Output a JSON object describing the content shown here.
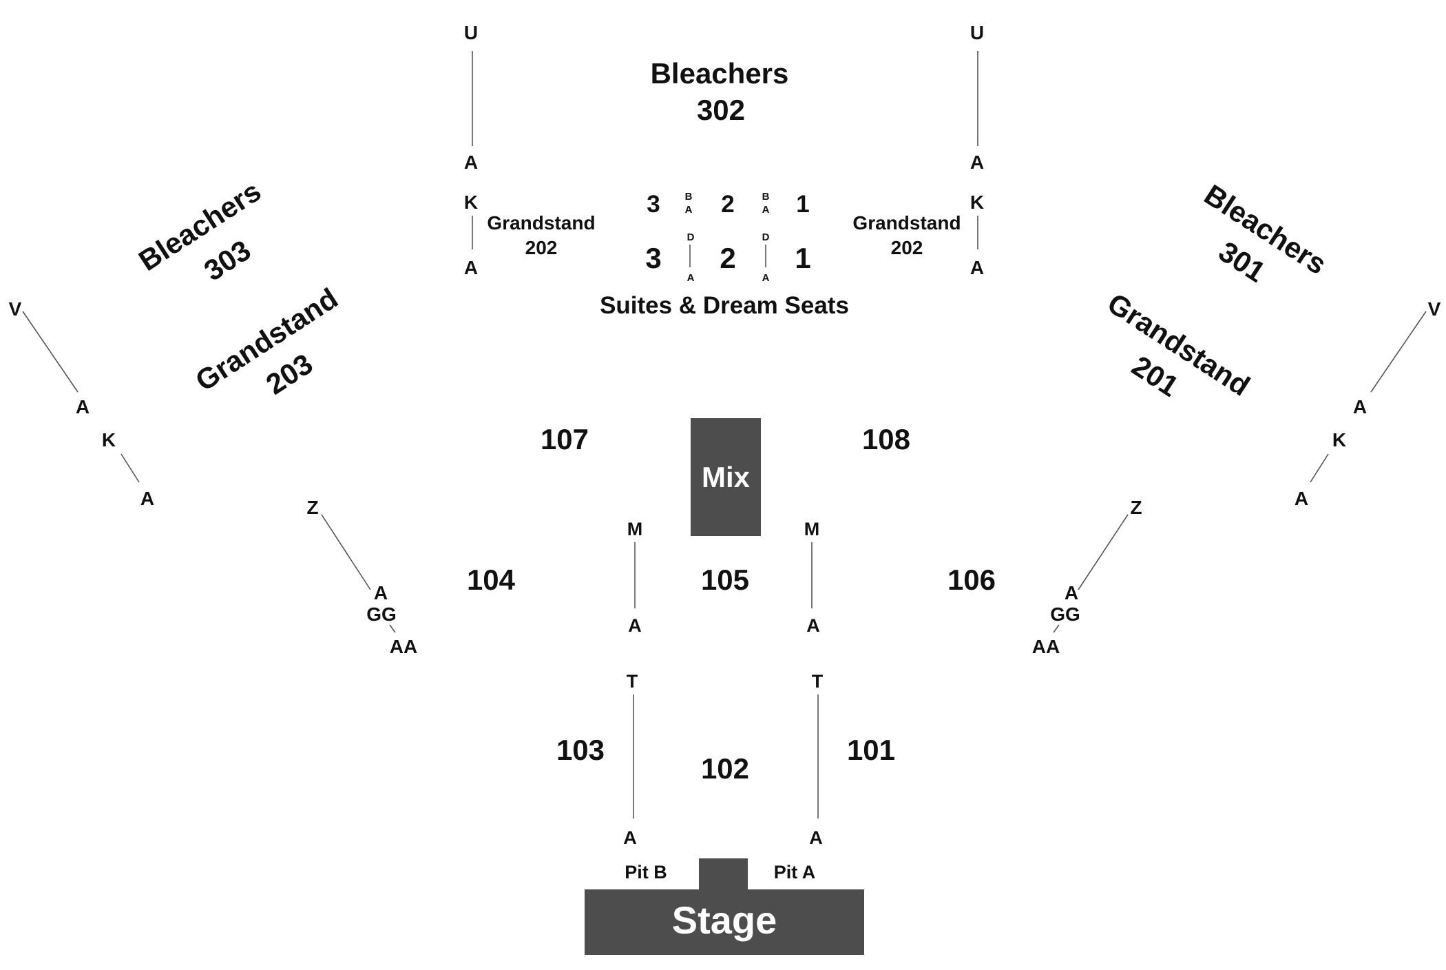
{
  "colors": {
    "background": "#ffffff",
    "text": "#111111",
    "row_line": "#555555",
    "block_fill": "#4d4d4d",
    "block_text": "#ffffff"
  },
  "blocks": {
    "stage": "Stage",
    "mix": "Mix",
    "pit_a": "Pit A",
    "pit_b": "Pit B"
  },
  "sections": {
    "s101": "101",
    "s102": "102",
    "s103": "103",
    "s104": "104",
    "s105": "105",
    "s106": "106",
    "s107": "107",
    "s108": "108",
    "bleachers_302": {
      "name": "Bleachers",
      "number": "302"
    },
    "bleachers_303": {
      "name": "Bleachers",
      "number": "303"
    },
    "bleachers_301": {
      "name": "Bleachers",
      "number": "301"
    },
    "grandstand_203": {
      "name": "Grandstand",
      "number": "203"
    },
    "grandstand_201": {
      "name": "Grandstand",
      "number": "201"
    },
    "grandstand_202_left": {
      "name": "Grandstand",
      "number": "202"
    },
    "grandstand_202_right": {
      "name": "Grandstand",
      "number": "202"
    },
    "suites_label": "Suites & Dream Seats",
    "suites_upper": [
      "3",
      "2",
      "1"
    ],
    "suites_lower": [
      "3",
      "2",
      "1"
    ],
    "suite_row_top": [
      "B",
      "A"
    ],
    "suite_row_bottom": [
      "D",
      "A"
    ]
  },
  "rows": {
    "U": "U",
    "A": "A",
    "K": "K",
    "V": "V",
    "Z": "Z",
    "GG": "GG",
    "AA": "AA",
    "M": "M",
    "T": "T"
  }
}
